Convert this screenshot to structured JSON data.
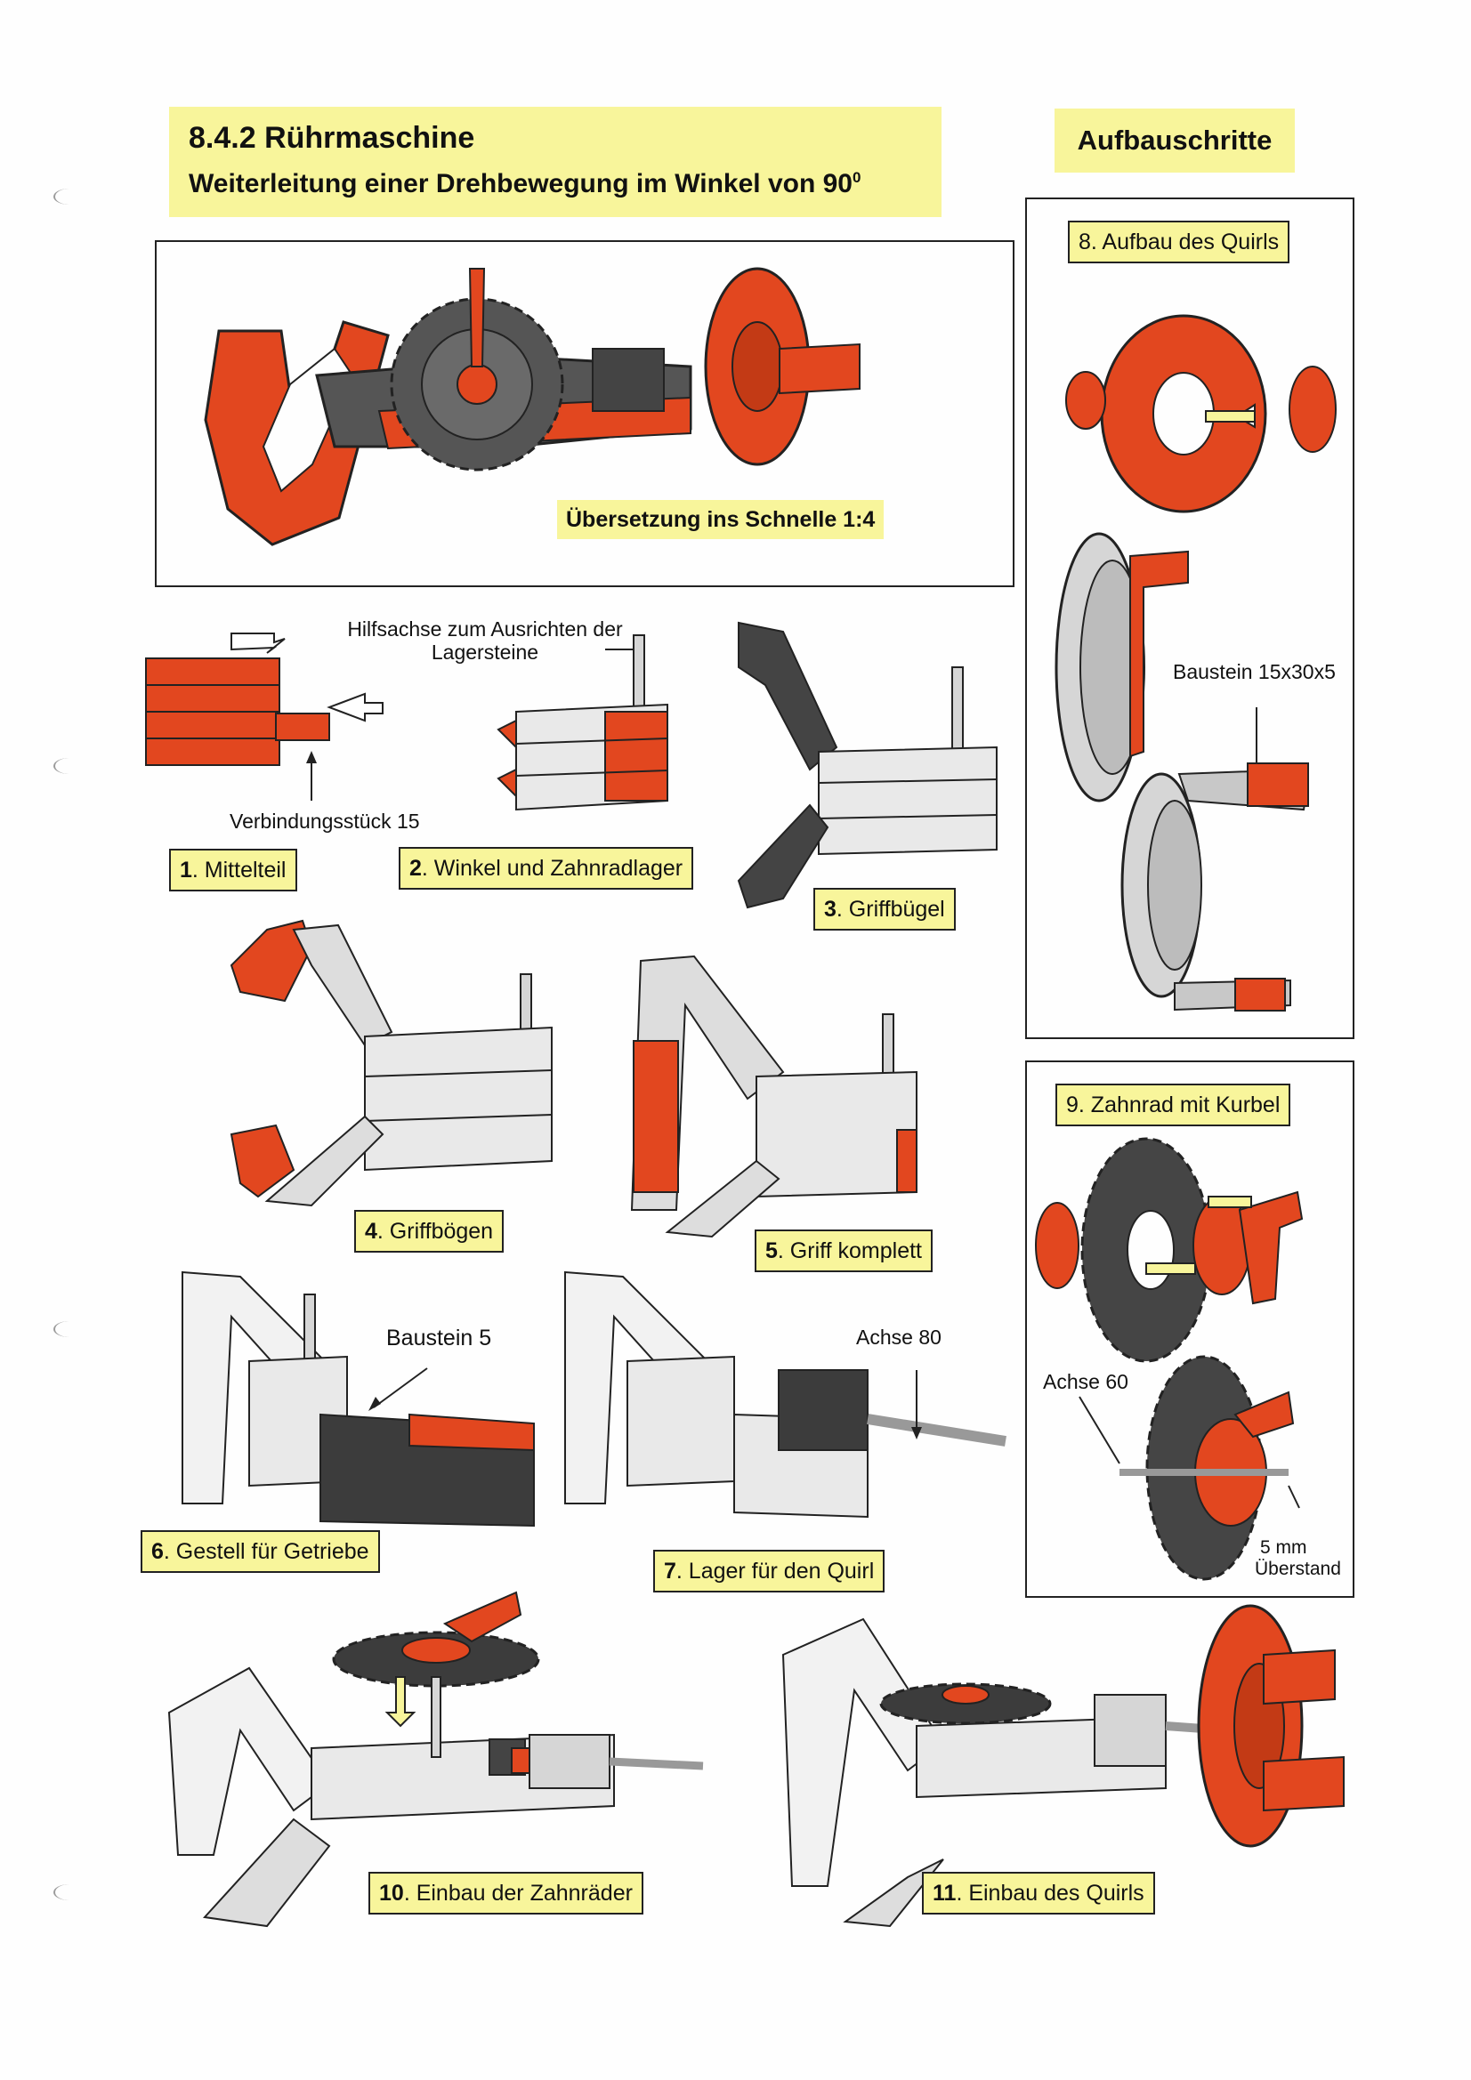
{
  "header": {
    "section_title": "8.4.2 Rührmaschine",
    "subtitle": "Weiterleitung einer Drehbewegung im Winkel von 90",
    "subtitle_sup": "0",
    "side_title": "Aufbauschritte"
  },
  "hero": {
    "caption": "Übersetzung ins Schnelle 1:4"
  },
  "annotations": {
    "hilfsachse_line1": "Hilfsachse zum Ausrichten der",
    "hilfsachse_line2": "Lagersteine",
    "verbindungsstueck": "Verbindungsstück 15",
    "baustein5": "Baustein 5",
    "achse80": "Achse 80",
    "baustein15": "Baustein 15x30x5",
    "achse60": "Achse 60",
    "ueberstand_line1": "5 mm",
    "ueberstand_line2": "Überstand"
  },
  "steps": [
    {
      "num": "1",
      "text": ". Mittelteil"
    },
    {
      "num": "2",
      "text": ". Winkel und Zahnradlager"
    },
    {
      "num": "3",
      "text": ". Griffbügel"
    },
    {
      "num": "4",
      "text": ". Griffbögen"
    },
    {
      "num": "5",
      "text": ". Griff komplett"
    },
    {
      "num": "6",
      "text": ". Gestell für Getriebe"
    },
    {
      "num": "7",
      "text": ". Lager für den Quirl"
    },
    {
      "num": "",
      "text": "8. Aufbau des Quirls"
    },
    {
      "num": "",
      "text": "9. Zahnrad mit Kurbel"
    },
    {
      "num": "10",
      "text": ". Einbau der Zahnräder"
    },
    {
      "num": "11",
      "text": ".  Einbau des Quirls"
    }
  ],
  "colors": {
    "highlight_yellow": "#f8f59b",
    "part_red": "#e2471f",
    "part_dark": "#444444",
    "part_grey": "#c8c8c8",
    "part_light": "#ebebeb"
  }
}
